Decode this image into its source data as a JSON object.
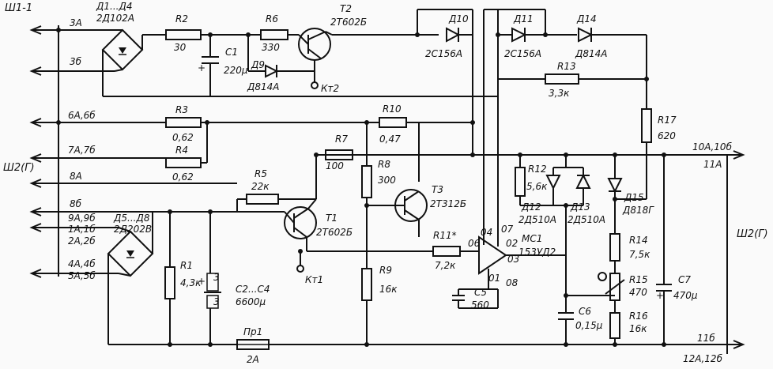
{
  "connectors": {
    "sh1": "Ш1-1",
    "sh2_left": "Ш2(Г)",
    "sh2_right": "Ш2(Г)"
  },
  "pins_left": {
    "p3a": "3А",
    "p3b": "3б",
    "p6a6b": "6А,6б",
    "p7a7b": "7А,7б",
    "p8a": "8А",
    "p8b": "8б",
    "p9a": "9А,9б",
    "p1a": "1А,1б",
    "p2a": "2А,2б",
    "p4a": "4А,4б",
    "p5a": "5А,5б"
  },
  "pins_right": {
    "p10a": "10А,10б",
    "p11a": "11А",
    "p11b": "11б",
    "p12a": "12А,12б"
  },
  "components": {
    "d1d4": {
      "ref": "Д1...Д4",
      "val": "2Д102А"
    },
    "d5d8": {
      "ref": "Д5...Д8",
      "val": "2Д202В"
    },
    "r2": {
      "ref": "R2",
      "val": "30"
    },
    "r6": {
      "ref": "R6",
      "val": "330"
    },
    "c1": {
      "ref": "C1",
      "val": "220μ"
    },
    "d9": {
      "ref": "Д9",
      "val": "Д814А"
    },
    "t2": {
      "ref": "Т2",
      "val": "2Т602Б"
    },
    "kt2": "Кт2",
    "d10": {
      "ref": "Д10",
      "val": "2С156А"
    },
    "d11": {
      "ref": "Д11",
      "val": "2С156А"
    },
    "d14": {
      "ref": "Д14",
      "val": "Д814А"
    },
    "r13": {
      "ref": "R13",
      "val": "3,3к"
    },
    "r3": {
      "ref": "R3",
      "val": "0,62"
    },
    "r4": {
      "ref": "R4",
      "val": "0,62"
    },
    "r10": {
      "ref": "R10",
      "val": "0,47"
    },
    "r7": {
      "ref": "R7",
      "val": "100"
    },
    "r8": {
      "ref": "R8",
      "val": "300"
    },
    "r17": {
      "ref": "R17",
      "val": "620"
    },
    "r5": {
      "ref": "R5",
      "val": "22к"
    },
    "t1": {
      "ref": "Т1",
      "val": "2Т602Б"
    },
    "t3": {
      "ref": "Т3",
      "val": "2Т312Б"
    },
    "kt1": "Кт1",
    "r1": {
      "ref": "R1",
      "val": "4,3к"
    },
    "c2c4": {
      "ref": "C2...C4",
      "val": "6600μ"
    },
    "r9": {
      "ref": "R9",
      "val": "16к"
    },
    "r11": {
      "ref": "R11*",
      "val": "7,2к"
    },
    "c5": {
      "ref": "C5",
      "val": "560"
    },
    "mc1": {
      "ref": "МС1",
      "val": "153УД2"
    },
    "r12": {
      "ref": "R12",
      "val": "5,6к"
    },
    "d12": {
      "ref": "Д12",
      "val": "2Д510А"
    },
    "d13": {
      "ref": "Д13",
      "val": "2Д510А"
    },
    "d15": {
      "ref": "Д15",
      "val": "Д818Г"
    },
    "r14": {
      "ref": "R14",
      "val": "7,5к"
    },
    "r15": {
      "ref": "R15",
      "val": "470"
    },
    "r16": {
      "ref": "R16",
      "val": "16к"
    },
    "c6": {
      "ref": "C6",
      "val": "0,15μ"
    },
    "c7": {
      "ref": "C7",
      "val": "470μ"
    },
    "pr1": {
      "ref": "Пр1",
      "val": "2А"
    }
  },
  "opamp_pins": {
    "p04": "04",
    "p07": "07",
    "p02": "02",
    "p06": "06",
    "p03": "03",
    "p01": "01",
    "p08": "08"
  }
}
